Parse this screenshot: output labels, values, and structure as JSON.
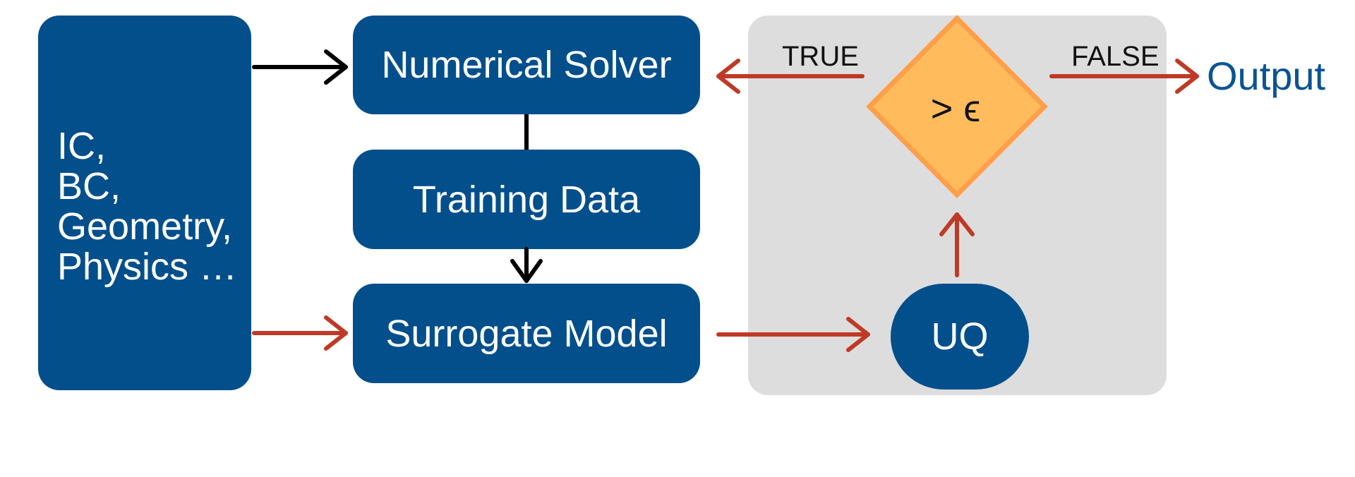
{
  "inputs": {
    "lines": [
      "IC,",
      "BC,",
      "Geometry,",
      "Physics …"
    ]
  },
  "nodes": {
    "solver": "Numerical Solver",
    "training": "Training Data",
    "surrogate": "Surrogate Model",
    "uq": "UQ",
    "decision": "> ϵ",
    "output": "Output"
  },
  "edge_labels": {
    "true": "TRUE",
    "false": "FALSE"
  },
  "colors": {
    "box_fill": "#034f8c",
    "panel_fill": "#dddddd",
    "decision_fill": "#ffbb5c",
    "decision_stroke": "#ff9f4a",
    "red_arrow": "#bf3a26",
    "black_arrow": "#000000",
    "output_text": "#0a5494"
  }
}
